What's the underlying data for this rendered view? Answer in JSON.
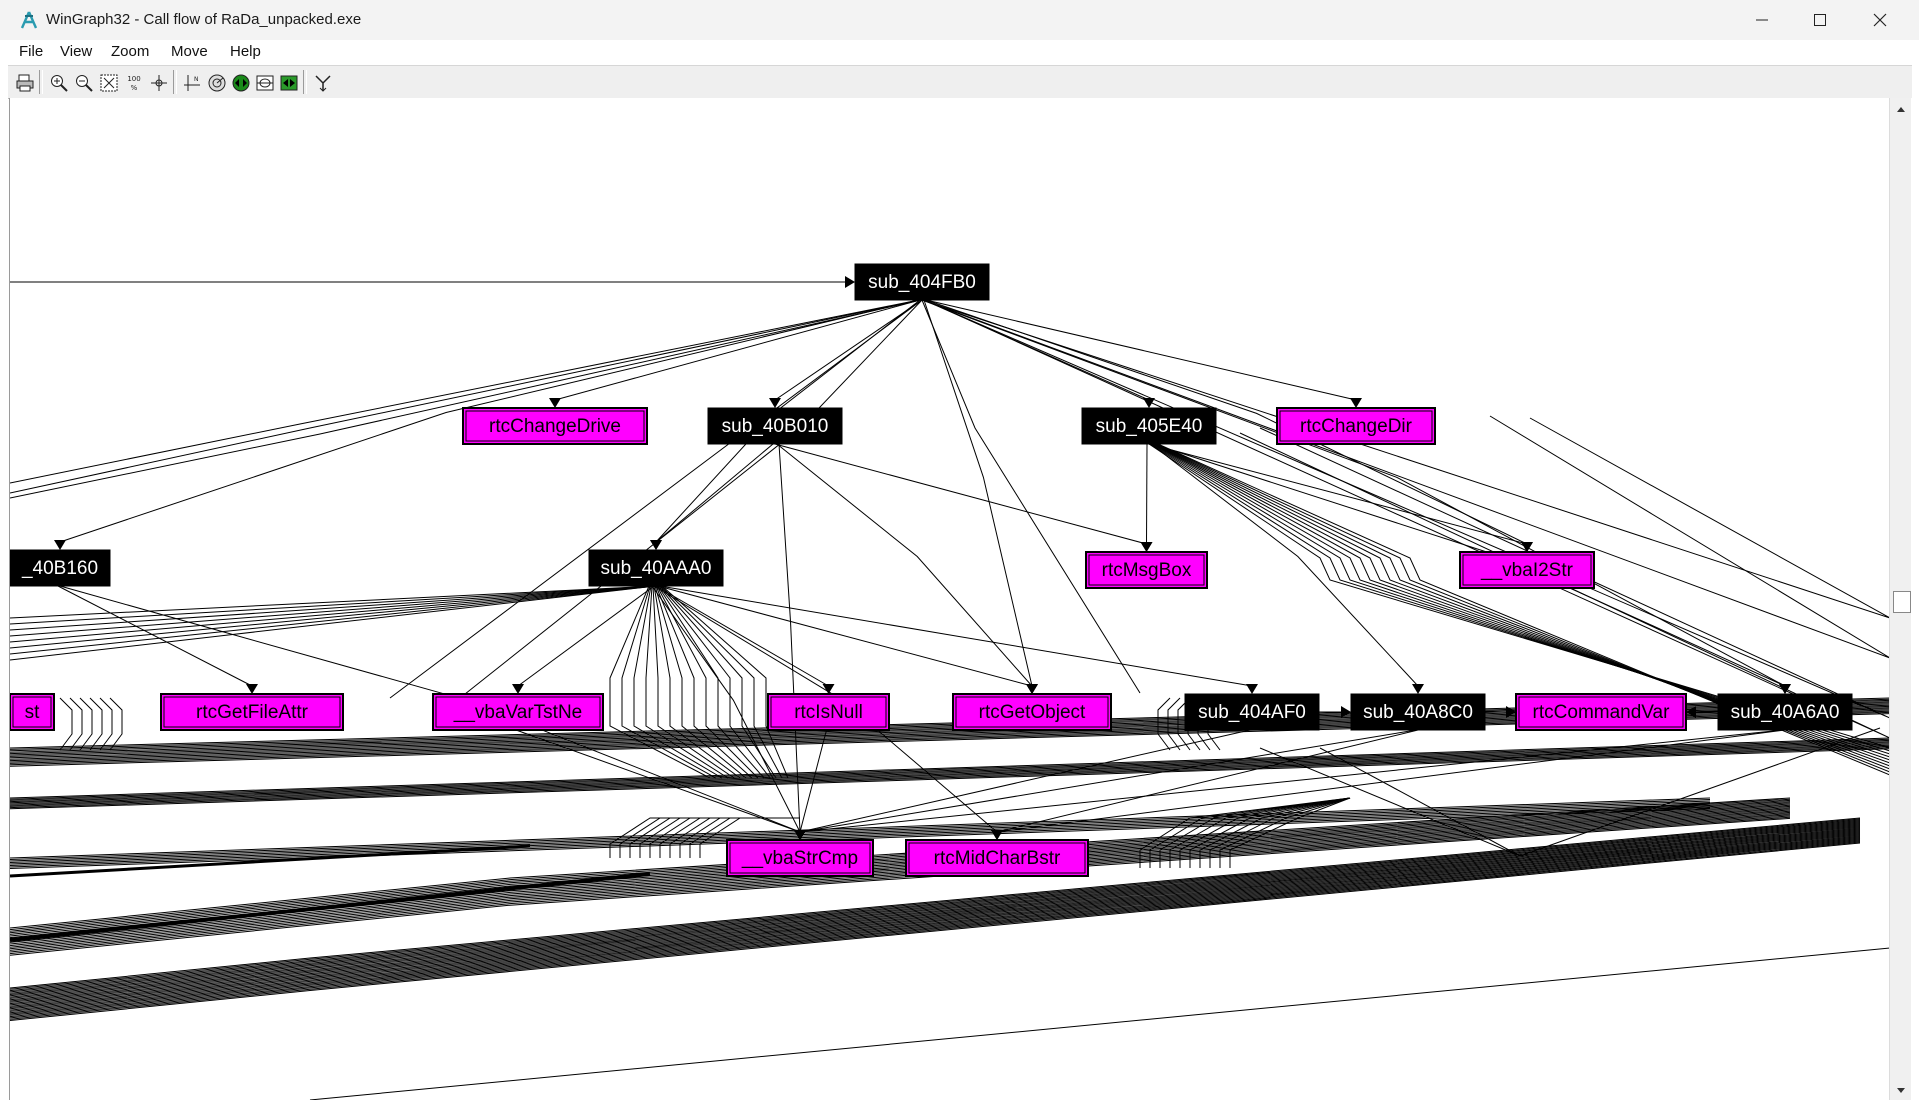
{
  "window": {
    "title": "WinGraph32 - Call flow of RaDa_unpacked.exe",
    "controls": {
      "minimize": "minimize",
      "maximize": "maximize",
      "close": "close"
    }
  },
  "menu": {
    "items": [
      {
        "label": "File"
      },
      {
        "label": "View"
      },
      {
        "label": "Zoom"
      },
      {
        "label": "Move"
      },
      {
        "label": "Help"
      }
    ]
  },
  "toolbar": {
    "buttons": [
      {
        "name": "print-button",
        "icon": "printer-icon"
      },
      {
        "name": "zoom-in-button",
        "icon": "zoom-in-icon"
      },
      {
        "name": "zoom-out-button",
        "icon": "zoom-out-icon"
      },
      {
        "name": "fit-window-button",
        "icon": "fit-to-window-icon"
      },
      {
        "name": "zoom-100-button",
        "icon": "zoom-100-percent-icon"
      },
      {
        "name": "center-button",
        "icon": "center-target-icon"
      },
      {
        "name": "origin-button",
        "icon": "origin-axes-icon"
      },
      {
        "name": "radar-button",
        "icon": "radar-icon"
      },
      {
        "name": "navigate-button",
        "icon": "navigate-arrows-icon"
      },
      {
        "name": "fisheye-button",
        "icon": "fisheye-icon"
      },
      {
        "name": "navigate-green-button",
        "icon": "green-arrows-icon"
      },
      {
        "name": "follow-edge-button",
        "icon": "follow-edge-icon"
      }
    ],
    "zoom_100_text": "100 %"
  },
  "colors": {
    "black_node_fill": "#000000",
    "black_node_text": "#ffffff",
    "pink_node_fill": "#ff00ff",
    "pink_node_border": "#000000",
    "pink_node_text": "#000000",
    "edge": "#000000"
  },
  "graph": {
    "nodes": [
      {
        "id": "sub_404FB0",
        "label": "sub_404FB0",
        "kind": "function"
      },
      {
        "id": "rtcChangeDrive",
        "label": "rtcChangeDrive",
        "kind": "import"
      },
      {
        "id": "sub_40B010",
        "label": "sub_40B010",
        "kind": "function"
      },
      {
        "id": "sub_405E40",
        "label": "sub_405E40",
        "kind": "function"
      },
      {
        "id": "rtcChangeDir",
        "label": "rtcChangeDir",
        "kind": "import"
      },
      {
        "id": "sub_40B160",
        "label": "_40B160",
        "kind": "function"
      },
      {
        "id": "sub_40AAA0",
        "label": "sub_40AAA0",
        "kind": "function"
      },
      {
        "id": "rtcMsgBox",
        "label": "rtcMsgBox",
        "kind": "import"
      },
      {
        "id": "vbaI2Str",
        "label": "__vbaI2Str",
        "kind": "import"
      },
      {
        "id": "st_partial",
        "label": "st",
        "kind": "import"
      },
      {
        "id": "rtcGetFileAttr",
        "label": "rtcGetFileAttr",
        "kind": "import"
      },
      {
        "id": "vbaVarTstNe",
        "label": "__vbaVarTstNe",
        "kind": "import"
      },
      {
        "id": "rtcIsNull",
        "label": "rtcIsNull",
        "kind": "import"
      },
      {
        "id": "rtcGetObject",
        "label": "rtcGetObject",
        "kind": "import"
      },
      {
        "id": "sub_404AF0",
        "label": "sub_404AF0",
        "kind": "function"
      },
      {
        "id": "sub_40A8C0",
        "label": "sub_40A8C0",
        "kind": "function"
      },
      {
        "id": "rtcCommandVar",
        "label": "rtcCommandVar",
        "kind": "import"
      },
      {
        "id": "sub_40A6A0",
        "label": "sub_40A6A0",
        "kind": "function"
      },
      {
        "id": "vbaStrCmp",
        "label": "__vbaStrCmp",
        "kind": "import"
      },
      {
        "id": "rtcMidCharBstr",
        "label": "rtcMidCharBstr",
        "kind": "import"
      }
    ],
    "edges": [
      [
        "sub_404FB0",
        "rtcChangeDrive"
      ],
      [
        "sub_404FB0",
        "sub_40B010"
      ],
      [
        "sub_404FB0",
        "sub_405E40"
      ],
      [
        "sub_404FB0",
        "rtcChangeDir"
      ],
      [
        "sub_404FB0",
        "sub_40B160"
      ],
      [
        "sub_404FB0",
        "sub_40AAA0"
      ],
      [
        "sub_404FB0",
        "sub_40A6A0"
      ],
      [
        "sub_404FB0",
        "rtcGetObject"
      ],
      [
        "sub_404FB0",
        "vbaI2Str"
      ],
      [
        "sub_40B010",
        "sub_40AAA0"
      ],
      [
        "sub_40B010",
        "rtcMsgBox"
      ],
      [
        "sub_40B010",
        "rtcGetObject"
      ],
      [
        "sub_40B010",
        "vbaStrCmp"
      ],
      [
        "sub_405E40",
        "rtcMsgBox"
      ],
      [
        "sub_405E40",
        "vbaI2Str"
      ],
      [
        "sub_405E40",
        "sub_40A8C0"
      ],
      [
        "sub_405E40",
        "sub_40A6A0"
      ],
      [
        "sub_40B160",
        "rtcGetFileAttr"
      ],
      [
        "sub_40B160",
        "vbaStrCmp"
      ],
      [
        "sub_40AAA0",
        "vbaVarTstNe"
      ],
      [
        "sub_40AAA0",
        "rtcIsNull"
      ],
      [
        "sub_40AAA0",
        "rtcGetObject"
      ],
      [
        "sub_40AAA0",
        "sub_404AF0"
      ],
      [
        "sub_40AAA0",
        "vbaStrCmp"
      ],
      [
        "sub_40AAA0",
        "rtcMidCharBstr"
      ],
      [
        "sub_404AF0",
        "sub_40A8C0"
      ],
      [
        "sub_404AF0",
        "vbaStrCmp"
      ],
      [
        "sub_40A8C0",
        "rtcCommandVar"
      ],
      [
        "sub_40A8C0",
        "vbaStrCmp"
      ],
      [
        "sub_40A8C0",
        "rtcMidCharBstr"
      ],
      [
        "sub_40A6A0",
        "rtcCommandVar"
      ],
      [
        "sub_40A6A0",
        "vbaStrCmp"
      ],
      [
        "sub_40A6A0",
        "rtcMidCharBstr"
      ],
      [
        "rtcIsNull",
        "vbaStrCmp"
      ],
      [
        "vbaVarTstNe",
        "vbaStrCmp"
      ]
    ]
  }
}
